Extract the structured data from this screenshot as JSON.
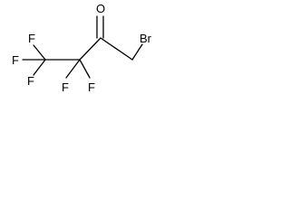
{
  "molecule": {
    "atoms": {
      "oxygen": "O",
      "bromine": "Br",
      "fluorine_top_left": "F",
      "fluorine_left": "F",
      "fluorine_bottom_left": "F",
      "fluorine_bottom_mid_left": "F",
      "fluorine_bottom_mid_right": "F"
    },
    "colors": {
      "bond": "#000000",
      "label": "#000000",
      "background": "#ffffff"
    }
  }
}
